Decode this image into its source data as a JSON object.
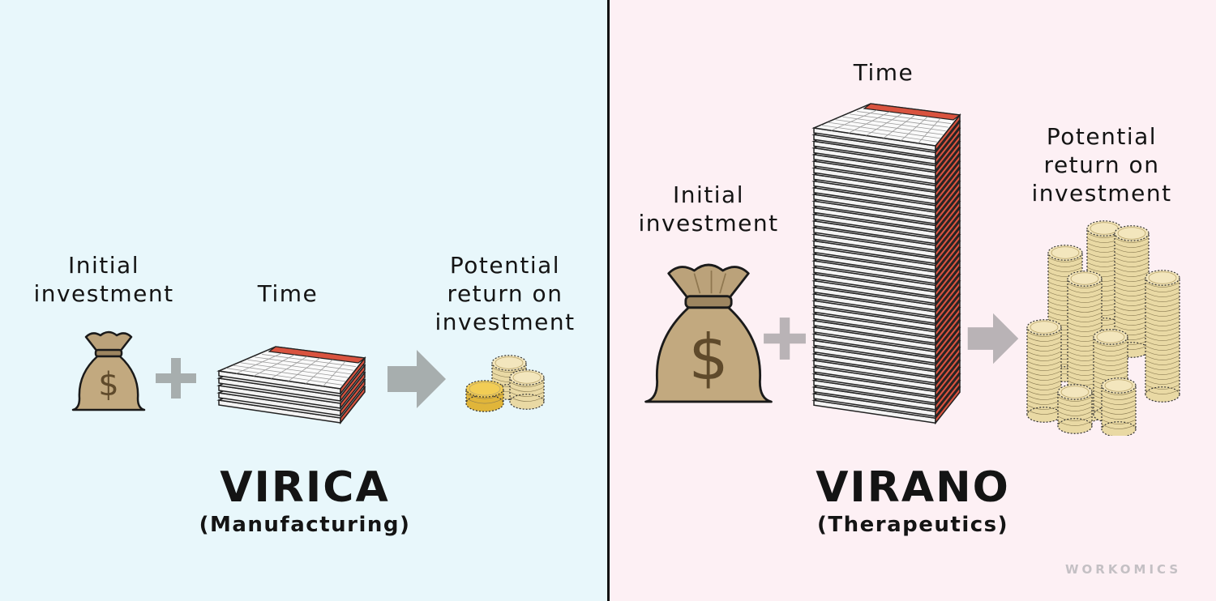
{
  "left": {
    "labels": {
      "investment": "Initial\ninvestment",
      "time": "Time",
      "return": "Potential\nreturn on\ninvestment"
    },
    "company": "VIRICA",
    "sector": "(Manufacturing)"
  },
  "right": {
    "labels": {
      "investment": "Initial\ninvestment",
      "time": "Time",
      "return": "Potential\nreturn on\ninvestment"
    },
    "company": "VIRANO",
    "sector": "(Therapeutics)"
  },
  "watermark": "WORKOMICS",
  "colors": {
    "left_bg": "#e8f7fb",
    "right_bg": "#fdf0f4",
    "divider": "#111111",
    "calendar_red": "#d9533f",
    "coin": "#e9d9a4",
    "bag": "#c2a97f"
  },
  "icons": {
    "bag": "money-bag-icon",
    "plus": "plus-icon",
    "calendar_stack": "calendar-stack-icon",
    "arrow": "arrow-right-icon",
    "coins": "coin-stacks-icon"
  }
}
